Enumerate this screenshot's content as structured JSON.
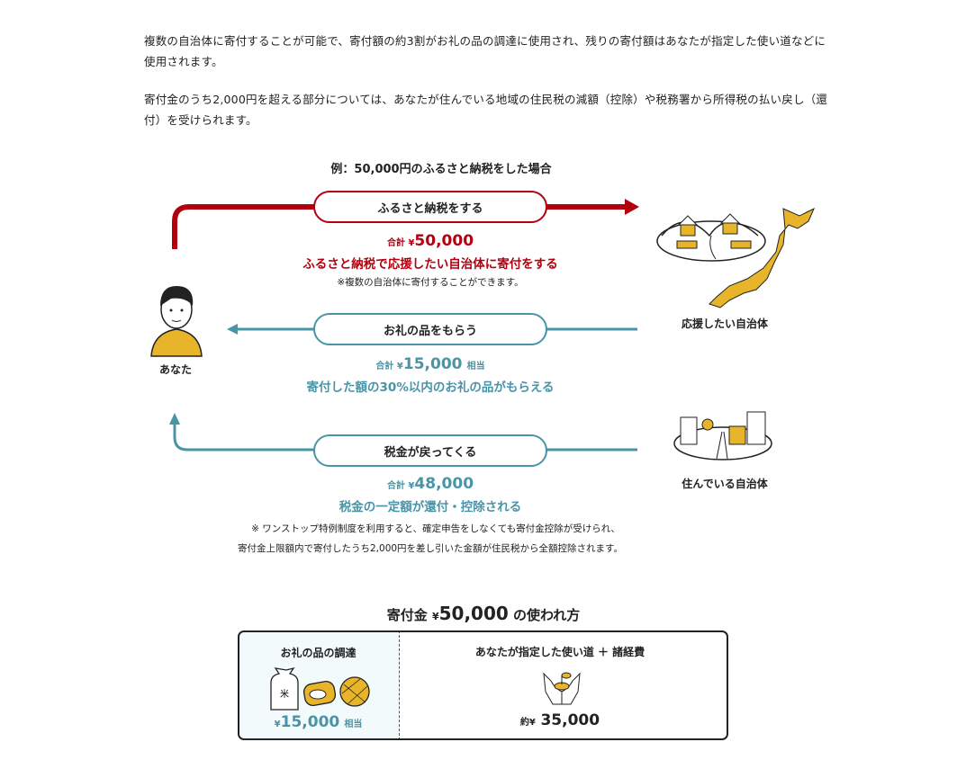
{
  "intro": {
    "p1": "複数の自治体に寄付することが可能で、寄付額の約3割がお礼の品の調達に使用され、残りの寄付額はあなたが指定した使い道などに使用されます。",
    "p2": "寄付金のうち2,000円を超える部分については、あなたが住んでいる地域の住民税の減額（控除）や税務署から所得税の払い戻し（還付）を受けられます。"
  },
  "diagram": {
    "title": "例：50,000円のふるさと納税をした場合",
    "you": "あなた",
    "support_city": "応援したい自治体",
    "home_city": "住んでいる自治体",
    "flow1": {
      "pill": "ふるさと納税をする",
      "prefix": "合計 ¥",
      "amount": "50,000",
      "desc": "ふるさと納税で応援したい自治体に寄付をする",
      "note": "※複数の自治体に寄付することができます。"
    },
    "flow2": {
      "pill": "お礼の品をもらう",
      "prefix": "合計 ¥",
      "amount": "15,000",
      "suffix": "相当",
      "desc": "寄付した額の30%以内のお礼の品がもらえる"
    },
    "flow3": {
      "pill": "税金が戻ってくる",
      "prefix": "合計 ¥",
      "amount": "48,000",
      "desc": "税金の一定額が還付・控除される",
      "note1": "※ ワンストップ特例制度を利用すると、確定申告をしなくても寄付金控除が受けられ、",
      "note2": "寄付金上限額内で寄付したうち2,000円を差し引いた金額が住民税から全額控除されます。"
    }
  },
  "usage": {
    "title_pre": "寄付金",
    "yen": "¥",
    "amount": "50,000",
    "title_post": "の使われ方",
    "left": {
      "title": "お礼の品の調達",
      "yen": "¥",
      "amount": "15,000",
      "suffix": "相当"
    },
    "right": {
      "title": "あなたが指定した使い道 ＋ 諸経費",
      "prefix": "約",
      "yen": "¥",
      "amount": "35,000"
    }
  },
  "colors": {
    "red": "#b3000f",
    "teal": "#4a94a8",
    "yellow": "#e8b52a"
  }
}
